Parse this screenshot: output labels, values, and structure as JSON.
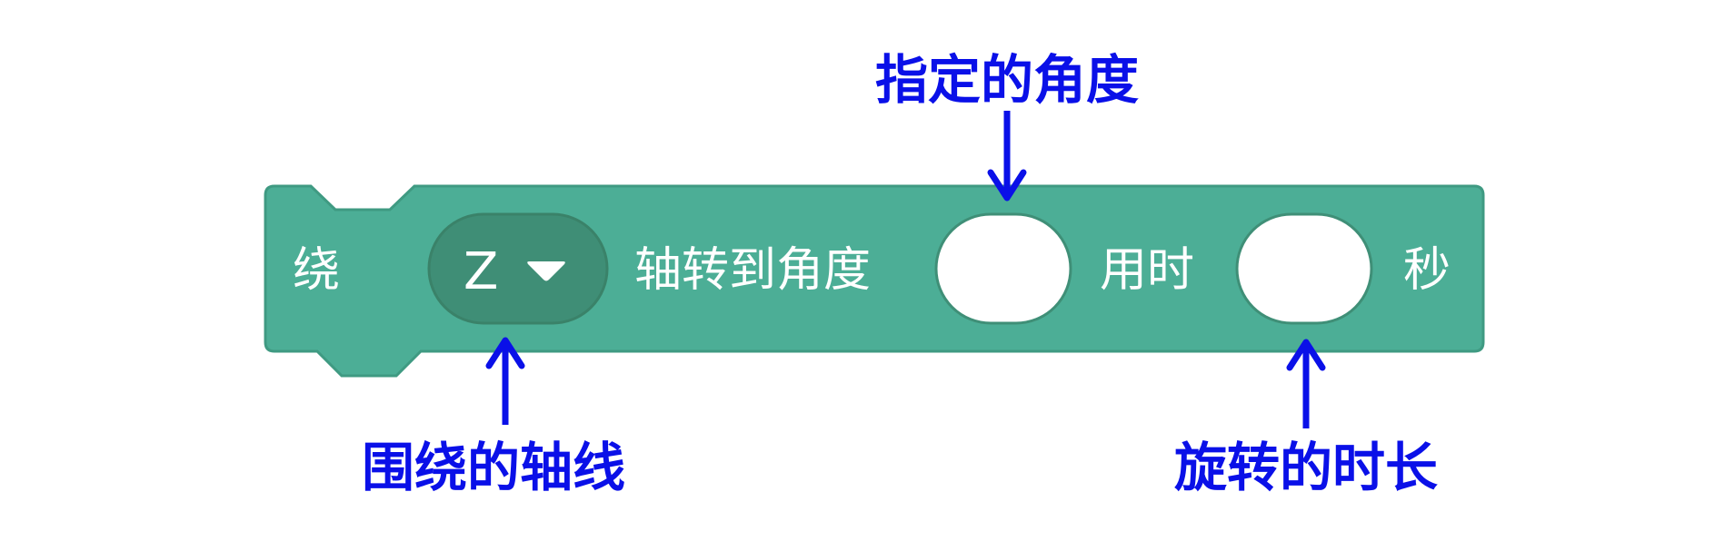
{
  "block": {
    "label_around": "绕",
    "axis_value": "Z",
    "label_rotate_to_angle": "轴转到角度",
    "angle_value": "",
    "label_taking": "用时",
    "duration_value": "",
    "label_seconds": "秒",
    "colors": {
      "block_fill": "#4cae96",
      "block_stroke": "#3f9a82",
      "dropdown_fill": "#3f8e76",
      "callout_blue": "#0a10e8"
    },
    "icons": {
      "dropdown": "caret-down-icon"
    }
  },
  "callouts": {
    "angle": "指定的角度",
    "axis": "围绕的轴线",
    "duration": "旋转的时长"
  }
}
